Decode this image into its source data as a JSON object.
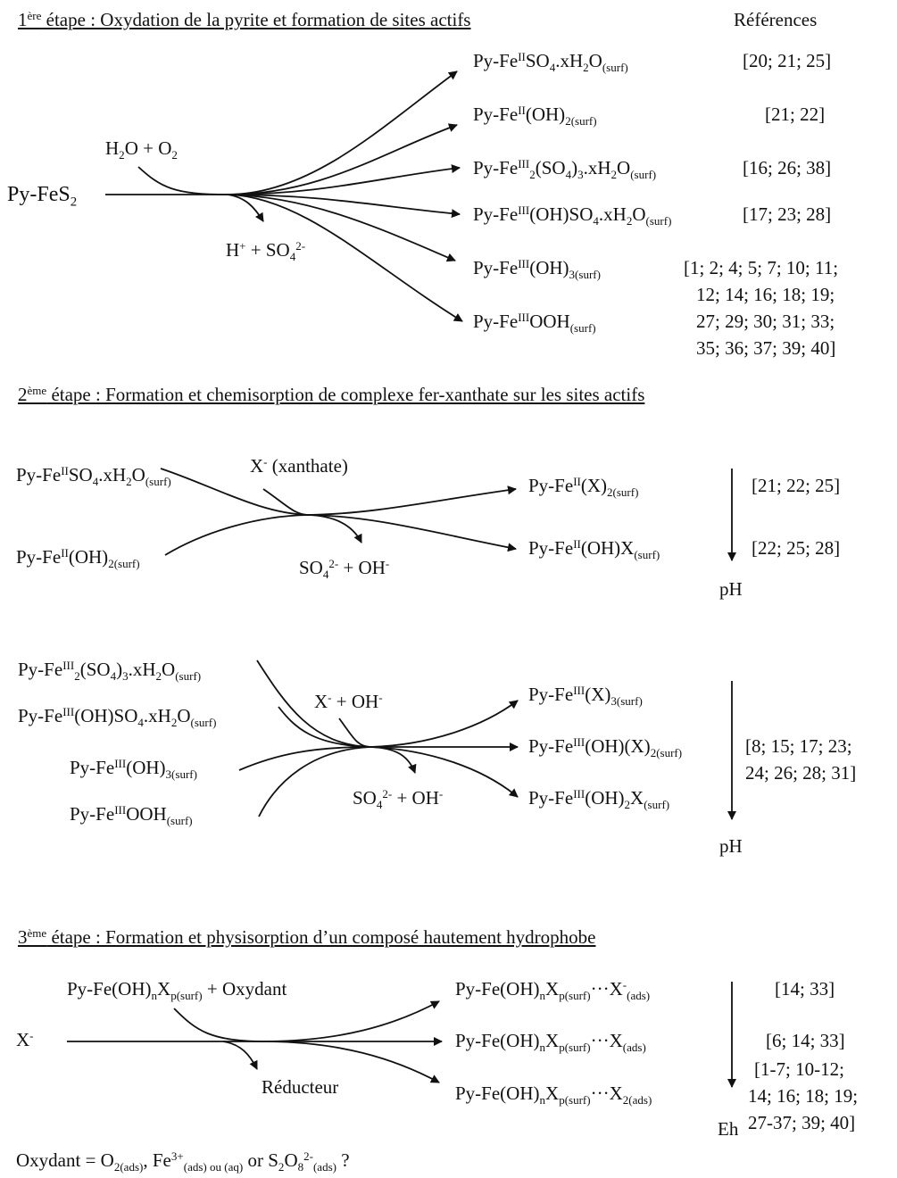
{
  "step1": {
    "header": {
      "ord": "1",
      "sup": "ère",
      "rest": " étape : Oxydation de la pyrite et formation de sites actifs"
    },
    "refs_title": "Références",
    "reactant": {
      "main": "Py-FeS",
      "sub": "2"
    },
    "reagent": {
      "a": "H",
      "b": "2",
      "c": "O + O",
      "d": "2"
    },
    "byproduct": {
      "a": "H",
      "b": "+",
      "c": " + SO",
      "d": "4",
      "e": "2-"
    },
    "products": [
      {
        "a": "Py-Fe",
        "b": "II",
        "c": "SO",
        "d": "4",
        "e": ".xH",
        "f": "2",
        "g": "O",
        "h": "(surf)"
      },
      {
        "a": "Py-Fe",
        "b": "II",
        "c": "(OH)",
        "d": "2(surf)"
      },
      {
        "a": "Py-Fe",
        "b": "III",
        "c": "2",
        "d": "(SO",
        "e": "4",
        "f": ")",
        "g": "3",
        "h": ".xH",
        "i": "2",
        "j": "O",
        "k": "(surf)"
      },
      {
        "a": "Py-Fe",
        "b": "III",
        "c": "(OH)SO",
        "d": "4",
        "e": ".xH",
        "f": "2",
        "g": "O",
        "h": "(surf)"
      },
      {
        "a": "Py-Fe",
        "b": "III",
        "c": "(OH)",
        "d": "3(surf)"
      },
      {
        "a": "Py-Fe",
        "b": "III",
        "c": "OOH",
        "d": "(surf)"
      }
    ],
    "refs": [
      "[20; 21; 25]",
      "[21; 22]",
      "[16; 26; 38]",
      "[17; 23; 28]"
    ],
    "refs_long": [
      "[1; 2; 4; 5; 7; 10; 11;",
      "12; 14; 16; 18; 19;",
      "27; 29; 30; 31; 33;",
      "35; 36; 37; 39; 40]"
    ]
  },
  "step2": {
    "header": {
      "ord": "2",
      "sup": "ème",
      "rest": " étape : Formation et chemisorption de complexe fer-xanthate sur les sites actifs"
    },
    "partA": {
      "r1": {
        "a": "Py-Fe",
        "b": "II",
        "c": "SO",
        "d": "4",
        "e": ".xH",
        "f": "2",
        "g": "O",
        "h": "(surf)"
      },
      "r2": {
        "a": "Py-Fe",
        "b": "II",
        "c": "(OH)",
        "d": "2(surf)"
      },
      "reagent": {
        "a": "X",
        "b": "-",
        "c": " (xanthate)"
      },
      "byproduct": {
        "a": "SO",
        "b": "4",
        "c": "2-",
        "d": " + OH",
        "e": "-"
      },
      "p1": {
        "a": "Py-Fe",
        "b": "II",
        "c": "(X)",
        "d": "2(surf)"
      },
      "p2": {
        "a": "Py-Fe",
        "b": "II",
        "c": "(OH)X",
        "d": "(surf)"
      },
      "ph": "pH",
      "refs": [
        "[21; 22; 25]",
        "[22; 25; 28]"
      ]
    },
    "partB": {
      "r1": {
        "a": "Py-Fe",
        "b": "III",
        "c": "2",
        "d": "(SO",
        "e": "4",
        "f": ")",
        "g": "3",
        "h": ".xH",
        "i": "2",
        "j": "O",
        "k": "(surf)"
      },
      "r2": {
        "a": "Py-Fe",
        "b": "III",
        "c": "(OH)SO",
        "d": "4",
        "e": ".xH",
        "f": "2",
        "g": "O",
        "h": "(surf)"
      },
      "r3": {
        "a": "Py-Fe",
        "b": "III",
        "c": "(OH)",
        "d": "3(surf)"
      },
      "r4": {
        "a": "Py-Fe",
        "b": "III",
        "c": "OOH",
        "d": "(surf)"
      },
      "reagent": {
        "a": "X",
        "b": "-",
        "c": " + OH",
        "d": "-"
      },
      "byproduct": {
        "a": "SO",
        "b": "4",
        "c": "2-",
        "d": " + OH",
        "e": "-"
      },
      "p1": {
        "a": "Py-Fe",
        "b": "III",
        "c": "(X)",
        "d": "3(surf)"
      },
      "p2": {
        "a": "Py-Fe",
        "b": "III",
        "c": "(OH)(X)",
        "d": "2(surf)"
      },
      "p3": {
        "a": "Py-Fe",
        "b": "III",
        "c": "(OH)",
        "d": "2",
        "e": "X",
        "f": "(surf)"
      },
      "ph": "pH",
      "refs": [
        "[8; 15; 17; 23;",
        "24; 26; 28; 31]"
      ]
    }
  },
  "step3": {
    "header": {
      "ord": "3",
      "sup": "ème",
      "rest": " étape : Formation et physisorption d’un composé hautement hydrophobe"
    },
    "reactant": {
      "a": "X",
      "b": "-"
    },
    "reagent": {
      "a": "Py-Fe(OH)",
      "b": "n",
      "c": "X",
      "d": "p(surf)",
      "e": " + Oxydant"
    },
    "byproduct": "Réducteur",
    "p1": {
      "a": "Py-Fe(OH)",
      "b": "n",
      "c": "X",
      "d": "p(surf)",
      "e": "···X",
      "f": "-",
      "g": "(ads)"
    },
    "p2": {
      "a": "Py-Fe(OH)",
      "b": "n",
      "c": "X",
      "d": "p(surf)",
      "e": "···X",
      "f": "(ads)"
    },
    "p3": {
      "a": "Py-Fe(OH)",
      "b": "n",
      "c": "X",
      "d": "p(surf)",
      "e": "···X",
      "f": "2(ads)"
    },
    "eh": "Eh",
    "refs": [
      "[14; 33]",
      "[6; 14; 33]"
    ],
    "refs_long": [
      "[1-7; 10-12;",
      "14; 16; 18; 19;",
      "27-37; 39; 40]"
    ],
    "oxidant": {
      "a": "Oxydant = O",
      "b": "2(ads)",
      "c": ", Fe",
      "d": "3+",
      "e": "(ads) ou (aq)",
      "f": " or S",
      "g": "2",
      "h": "O",
      "i": "8",
      "j": "2-",
      "k": "(ads)",
      "l": " ?"
    }
  }
}
